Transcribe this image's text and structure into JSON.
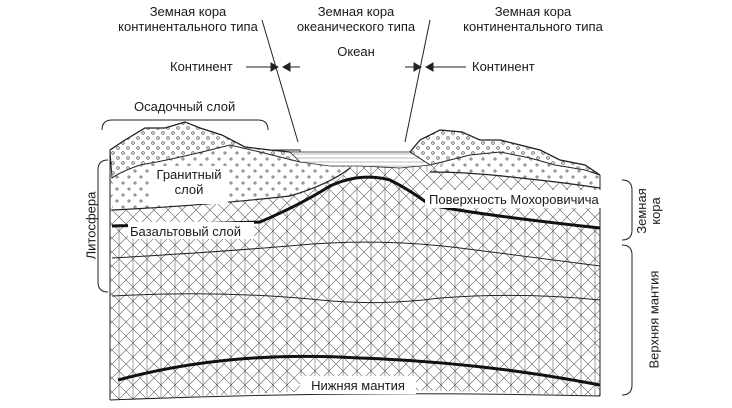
{
  "labels": {
    "crust_continental_left": [
      "Земная кора",
      "континентального типа"
    ],
    "crust_oceanic": [
      "Земная кора",
      "океанического типа"
    ],
    "crust_continental_right": [
      "Земная кора",
      "континентального типа"
    ],
    "continent_left": "Континент",
    "ocean": "Океан",
    "continent_right": "Континент",
    "sedimentary_layer": "Осадочный слой",
    "granite_layer": [
      "Гранитный",
      "слой"
    ],
    "basalt_layer": "Базальтовый слой",
    "moho": "Поверхность Мохоровичича",
    "lithosphere": "Литосфера",
    "earth_crust": [
      "Земная",
      "кора"
    ],
    "upper_mantle": "Верхняя мантия",
    "lower_mantle": "Нижняя мантия"
  }
}
